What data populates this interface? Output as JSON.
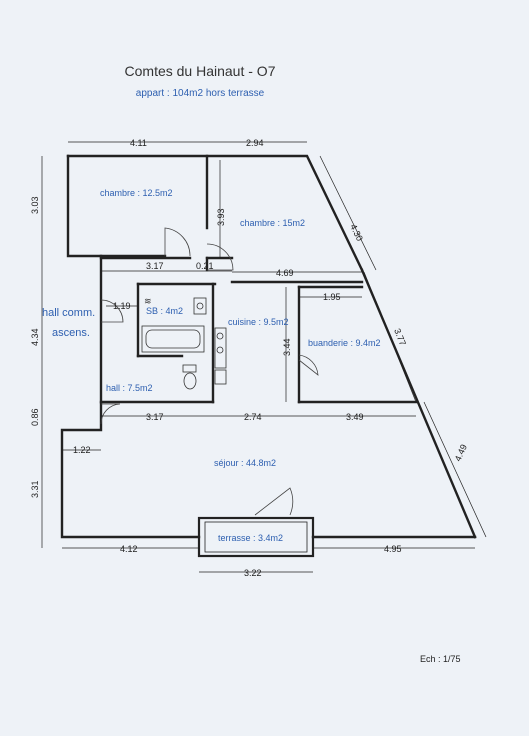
{
  "header": {
    "title": "Comtes du Hainaut - O7",
    "subtitle": "appart : 104m2 hors terrasse"
  },
  "rooms": {
    "chambre1": "chambre : 12.5m2",
    "chambre2": "chambre : 15m2",
    "hall_comm_line1": "hall comm.",
    "hall_comm_line2": "ascens.",
    "sb": "SB : 4m2",
    "cuisine": "cuisine : 9.5m2",
    "buanderie": "buanderie : 9.4m2",
    "hall": "hall : 7.5m2",
    "sejour": "séjour : 44.8m2",
    "terrasse": "terrasse : 3.4m2"
  },
  "dimensions": {
    "top_left": "4.11",
    "top_right": "2.94",
    "left_chambre": "3.03",
    "chambre2_height": "3.93",
    "diag_upper": "4.30",
    "w_317_top": "3.17",
    "w_021": "0.21",
    "w_469": "4.69",
    "w_119": "1.19",
    "w_195": "1.95",
    "left_434": "4.34",
    "h_344": "3.44",
    "diag_377": "3.77",
    "w_317_bottom": "3.17",
    "w_274": "2.74",
    "w_349": "3.49",
    "left_086": "0.86",
    "w_122": "1.22",
    "left_331": "3.31",
    "diag_449": "4.49",
    "w_412": "4.12",
    "w_495": "4.95",
    "w_322": "3.22"
  },
  "scale": "Ech : 1/75",
  "colors": {
    "line": "#222222",
    "room_label": "#2d5fb0",
    "dimension": "#222222",
    "paper": "#eef2f7"
  }
}
